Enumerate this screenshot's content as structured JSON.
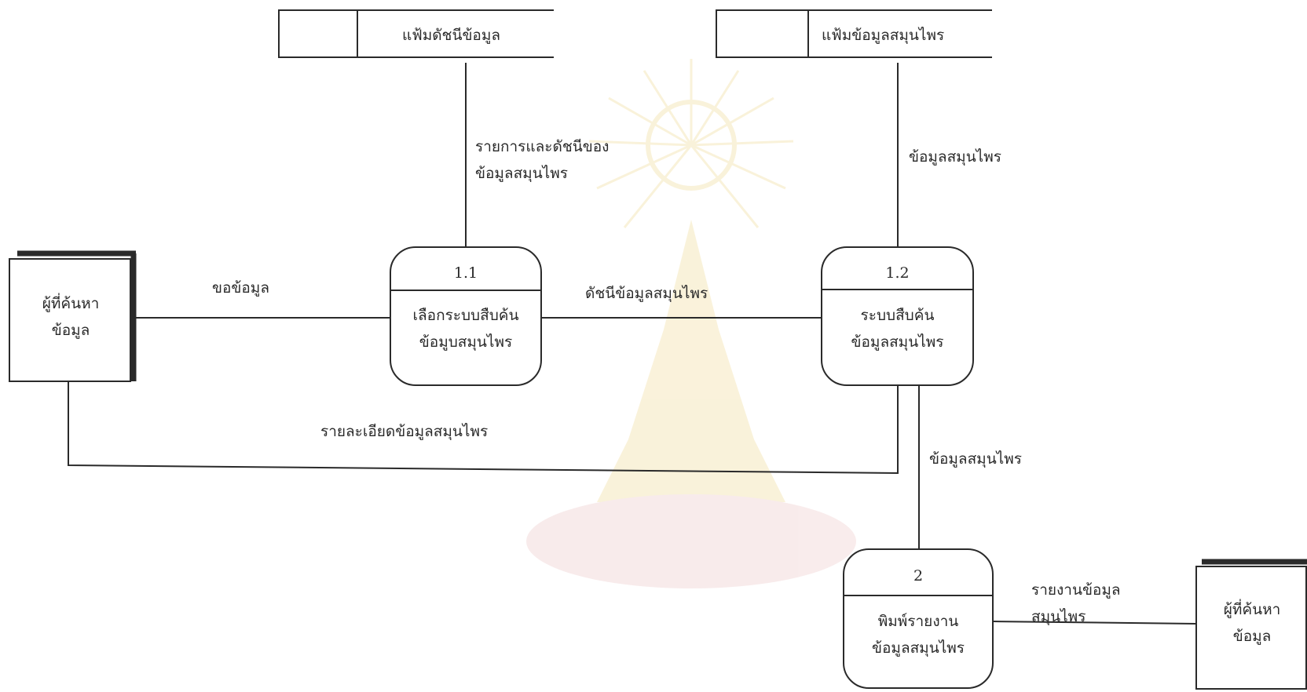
{
  "data_stores": [
    {
      "id": "store-index",
      "label": "แฟ้มดัชนีข้อมูล"
    },
    {
      "id": "store-herb",
      "label": "แฟ้มข้อมูลสมุนไพร"
    }
  ],
  "entities": [
    {
      "id": "searcher-left",
      "lines": [
        "ผู้ที่ค้นหา",
        "ข้อมูล"
      ]
    },
    {
      "id": "searcher-right",
      "lines": [
        "ผู้ที่ค้นหา",
        "ข้อมูล"
      ]
    }
  ],
  "processes": [
    {
      "id": "p1-1",
      "number": "1.1",
      "lines": [
        "เลือกระบบสืบค้น",
        "ข้อมูบสมุนไพร"
      ]
    },
    {
      "id": "p1-2",
      "number": "1.2",
      "lines": [
        "ระบบสืบค้น",
        "ข้อมูลสมุนไพร"
      ]
    },
    {
      "id": "p2",
      "number": "2",
      "lines": [
        "พิมพ์รายงาน",
        "ข้อมูลสมุนไพร"
      ]
    }
  ],
  "flows": {
    "index_to_p11": [
      "รายการและดัชนีของ",
      "ข้อมูลสมุนไพร"
    ],
    "herbstore_to_p12": "ข้อมูลสมุนไพร",
    "request": "ขอข้อมูล",
    "p11_to_p12": "ดัชนีข้อมูลสมุนไพร",
    "details_back": "รายละเอียดข้อมูลสมุนไพร",
    "p12_to_p2": "ข้อมูลสมุนไพร",
    "report": [
      "รายงานข้อมูล",
      "สมุนไพร"
    ]
  },
  "colors": {
    "line": "#2a2a2a",
    "seal": "#e0b020",
    "seal_base": "#d88a8a"
  }
}
